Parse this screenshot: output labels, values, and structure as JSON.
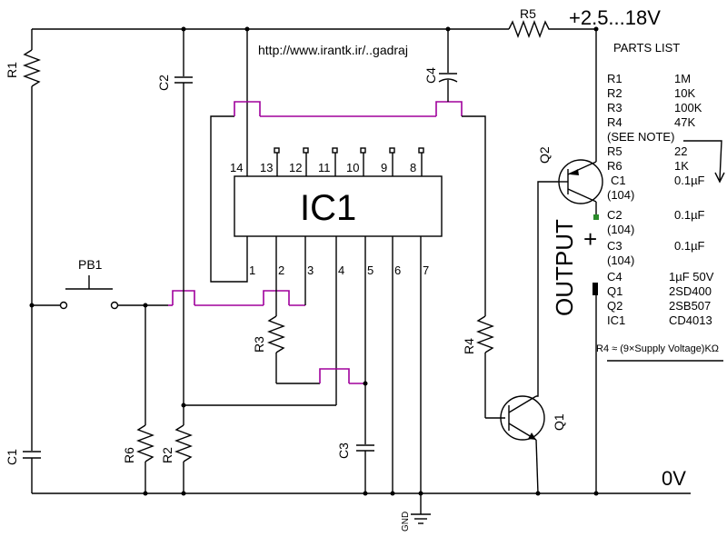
{
  "supply_label": "+2.5...18V",
  "ground_label": "0V",
  "url_text": "http://www.irantk.ir/..gadraj",
  "ic": {
    "name": "IC1",
    "top_pins": [
      "14",
      "13",
      "12",
      "11",
      "10",
      "9",
      "8"
    ],
    "bottom_pins": [
      "1",
      "2",
      "3",
      "4",
      "5",
      "6",
      "7"
    ]
  },
  "components": {
    "r1": "R1",
    "r2": "R2",
    "r3": "R3",
    "r4": "R4",
    "r5": "R5",
    "r6": "R6",
    "c1": "C1",
    "c2": "C2",
    "c3": "C3",
    "c4": "C4",
    "q1": "Q1",
    "q2": "Q2",
    "pb1": "PB1",
    "gnd": "GND"
  },
  "output": {
    "label": "OUTPUT",
    "plus": "+",
    "minus": "-"
  },
  "parts_list": {
    "title": "PARTS LIST",
    "rows": [
      [
        "R1",
        "1M"
      ],
      [
        "R2",
        "10K"
      ],
      [
        "R3",
        "100K"
      ],
      [
        "R4",
        "47K"
      ],
      [
        "(SEE NOTE)",
        ""
      ],
      [
        "R5",
        "22"
      ],
      [
        "R6",
        "1K"
      ],
      [
        "C1",
        "0.1µF"
      ],
      [
        "(104)",
        ""
      ],
      [
        "C2",
        "0.1µF"
      ],
      [
        "(104)",
        ""
      ],
      [
        "C3",
        "0.1µF"
      ],
      [
        "(104)",
        ""
      ],
      [
        "C4",
        "1µF 50V"
      ],
      [
        "Q1",
        "2SD400"
      ],
      [
        "Q2",
        "2SB507"
      ],
      [
        "IC1",
        "CD4013"
      ]
    ],
    "note": "R4 ≈ (9×Supply Voltage)KΩ"
  }
}
